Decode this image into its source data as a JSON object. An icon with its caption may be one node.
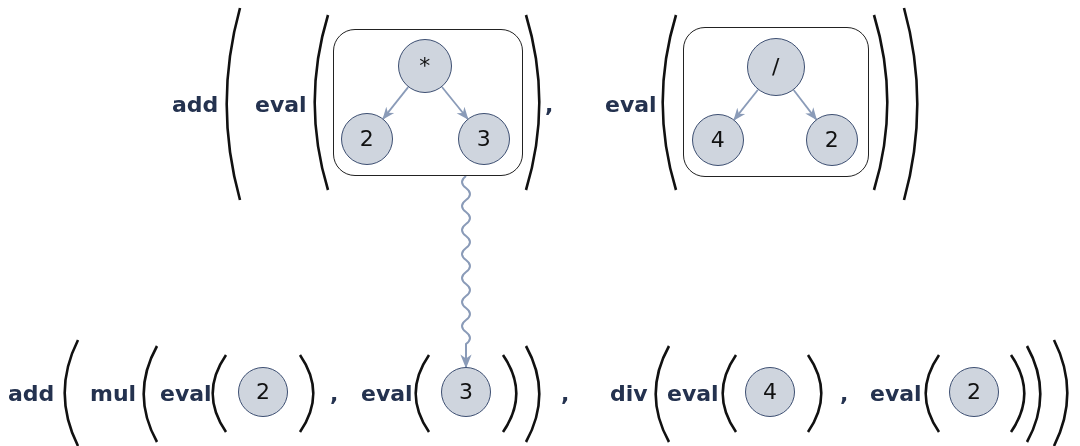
{
  "diagram": {
    "nodes": [
      {
        "text": [],
        "shape": "box"
      },
      {
        "text": [
          "*"
        ],
        "in": 0
      },
      {
        "text": [
          "2"
        ],
        "in": 0
      },
      {
        "text": [
          "3"
        ],
        "in": 0
      },
      {
        "text": [],
        "shape": "box"
      },
      {
        "text": [
          "/"
        ],
        "in": 4
      },
      {
        "text": [
          "4"
        ],
        "in": 4
      },
      {
        "text": [
          "2"
        ],
        "in": 4
      },
      {
        "text": [
          "2"
        ]
      },
      {
        "text": [
          "3"
        ]
      },
      {
        "text": [
          "4"
        ]
      },
      {
        "text": [
          "2"
        ]
      }
    ],
    "edges": [
      {
        "from": 1,
        "to": 2,
        "arrow": "to"
      },
      {
        "from": 1,
        "to": 3,
        "arrow": "to"
      },
      {
        "from": 5,
        "to": 6,
        "arrow": "to"
      },
      {
        "from": 5,
        "to": 7,
        "arrow": "to"
      },
      {
        "from": 0,
        "to": 9,
        "arrow": "to"
      }
    ],
    "labels": [
      "add",
      "eval",
      ",",
      "eval",
      "add",
      "mul",
      "eval",
      ",",
      "eval",
      ",",
      "div",
      "eval",
      ",",
      "eval"
    ]
  }
}
